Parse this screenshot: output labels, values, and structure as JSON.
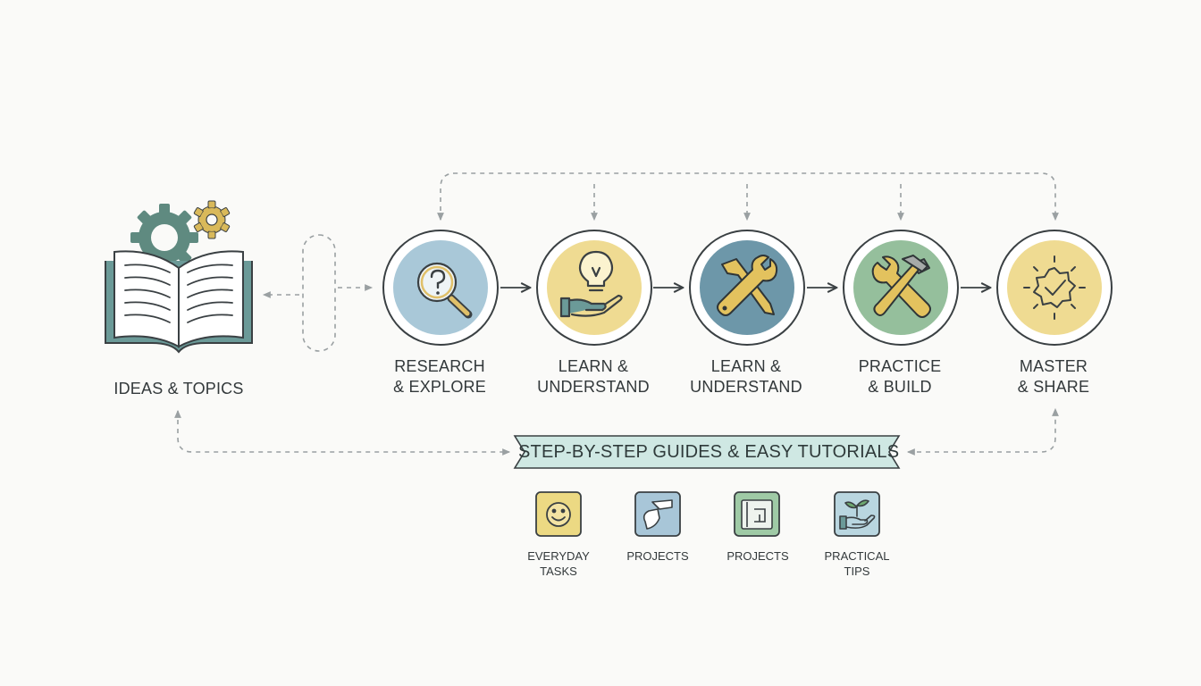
{
  "source": {
    "label": "IDEAS & TOPICS",
    "icon": "open-book-gears-icon"
  },
  "steps": [
    {
      "line1": "RESEARCH",
      "line2": "& EXPLORE",
      "icon": "magnifier-question-icon",
      "color": "#a9c8d8"
    },
    {
      "line1": "LEARN &",
      "line2": "UNDERSTAND",
      "icon": "lightbulb-hand-icon",
      "color": "#efdb92"
    },
    {
      "line1": "LEARN &",
      "line2": "UNDERSTAND",
      "icon": "wrench-screwdriver-icon",
      "color": "#6d97a9"
    },
    {
      "line1": "PRACTICE",
      "line2": "& BUILD",
      "icon": "wrench-hammer-icon",
      "color": "#95bf9c"
    },
    {
      "line1": "MASTER",
      "line2": "& SHARE",
      "icon": "badge-check-icon",
      "color": "#efdb92"
    }
  ],
  "banner": {
    "text": "STEP-BY-STEP GUIDES & EASY TUTORIALS",
    "color": "#cfe8e3"
  },
  "categories": [
    {
      "line1": "EVERYDAY",
      "line2": "TASKS",
      "icon": "smiley-icon",
      "color": "#ecd983"
    },
    {
      "line1": "PROJECTS",
      "line2": "",
      "icon": "hand-tool-icon",
      "color": "#a8c6d8"
    },
    {
      "line1": "PROJECTS",
      "line2": "",
      "icon": "blueprint-icon",
      "color": "#9fcaa6"
    },
    {
      "line1": "PRACTICAL",
      "line2": "TIPS",
      "icon": "hand-sprout-icon",
      "color": "#b9d6e0"
    }
  ],
  "colors": {
    "stroke": "#3a4043",
    "dashed": "#9aa0a2",
    "book": "#6b9a98",
    "gear_green": "#5f8a80",
    "gear_gold": "#d9b95a"
  }
}
